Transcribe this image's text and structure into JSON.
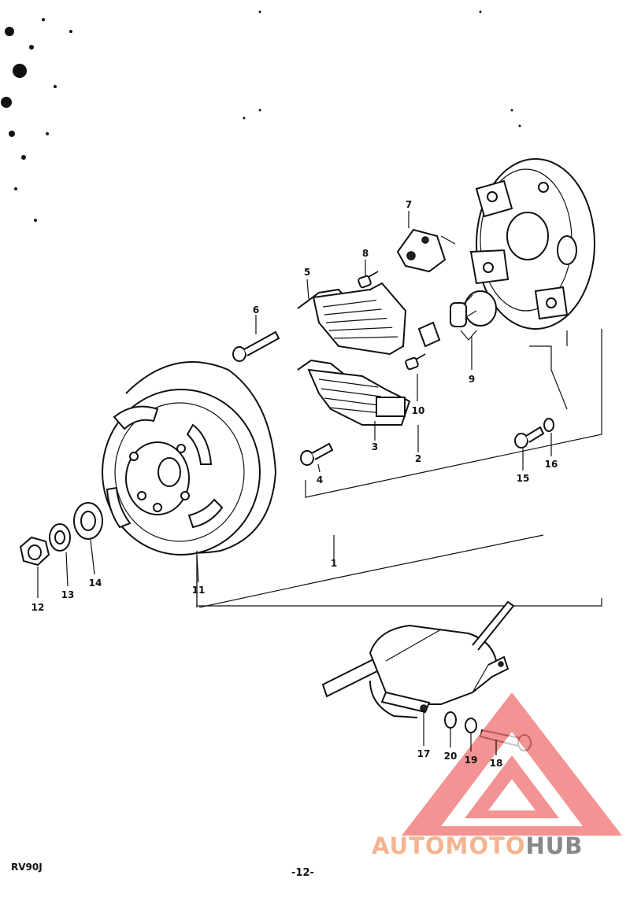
{
  "footer": {
    "model": "RV90J",
    "page": "-12-"
  },
  "watermark": {
    "part1": "AUTOMOTO",
    "part2": "HUB",
    "color_primary": "#f6b38f",
    "color_secondary": "#888888",
    "logo_color": "#f07070"
  },
  "callouts": [
    "1",
    "2",
    "3",
    "4",
    "5",
    "6",
    "7",
    "8",
    "9",
    "10",
    "11",
    "12",
    "13",
    "14",
    "15",
    "16",
    "17",
    "18",
    "19",
    "20"
  ]
}
